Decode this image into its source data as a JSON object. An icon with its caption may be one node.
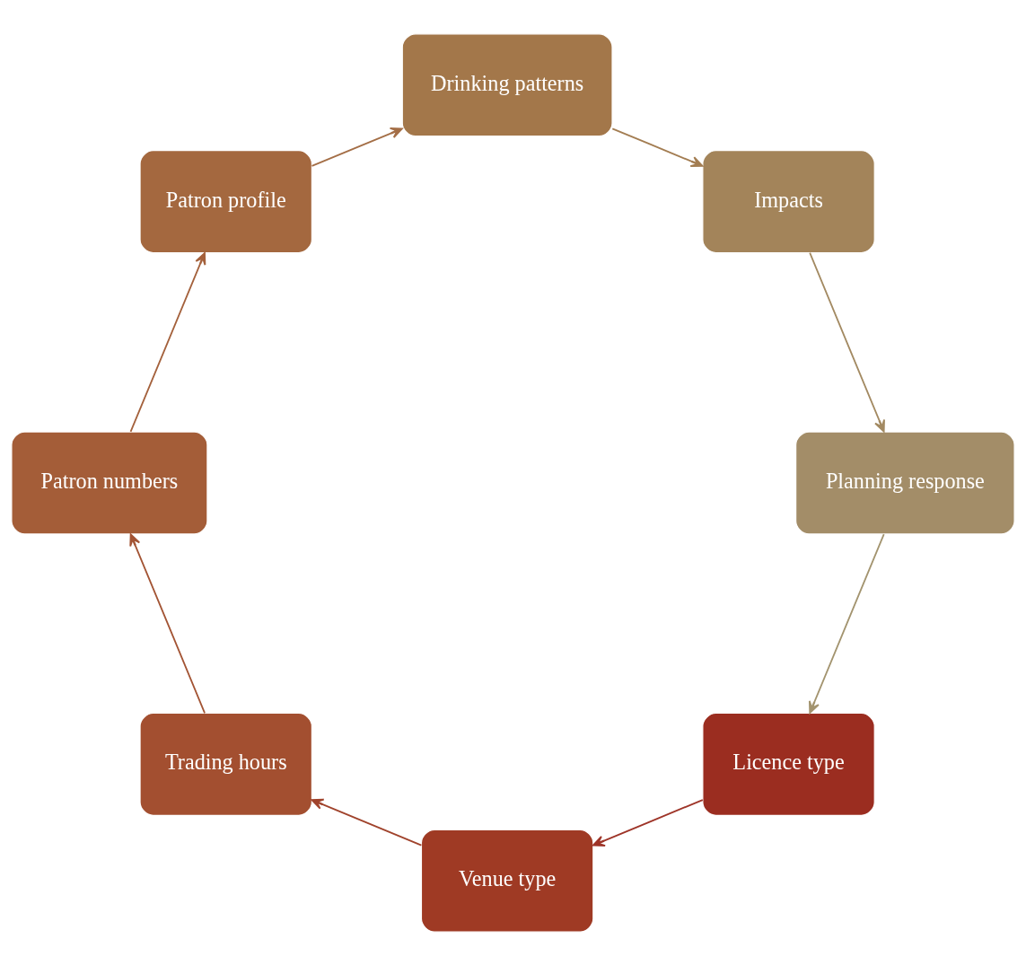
{
  "diagram": {
    "nodes": [
      {
        "text": [
          "Licence type"
        ]
      },
      {
        "text": [
          "Venue type"
        ]
      },
      {
        "text": [
          "Trading hours"
        ]
      },
      {
        "text": [
          "Patron numbers"
        ]
      },
      {
        "text": [
          "Patron profile"
        ]
      },
      {
        "text": [
          "Drinking patterns"
        ]
      },
      {
        "text": [
          "Impacts"
        ]
      },
      {
        "text": [
          "Planning response"
        ]
      }
    ],
    "edges": [
      {
        "from": 0,
        "to": 1,
        "arrow": "to",
        "color": "#9e3428"
      },
      {
        "from": 1,
        "to": 2,
        "arrow": "to",
        "color": "#a0432c"
      },
      {
        "from": 2,
        "to": 3,
        "arrow": "to",
        "color": "#a35434"
      },
      {
        "from": 3,
        "to": 4,
        "arrow": "to",
        "color": "#a4613c"
      },
      {
        "from": 4,
        "to": 5,
        "arrow": "to",
        "color": "#a46e46"
      },
      {
        "from": 5,
        "to": 6,
        "arrow": "to",
        "color": "#a37d52"
      },
      {
        "from": 6,
        "to": 7,
        "arrow": "to",
        "color": "#a38a62"
      },
      {
        "from": 7,
        "to": 0,
        "arrow": "to",
        "color": "#a3946f"
      }
    ]
  }
}
